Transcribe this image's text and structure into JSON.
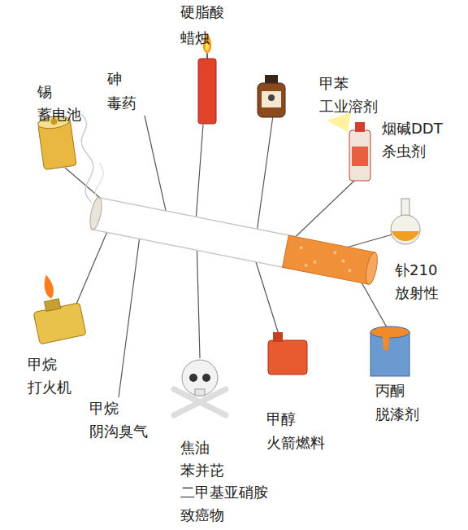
{
  "diagram": {
    "labels": [
      "硬脂酸",
      "蜡烛",
      "砷",
      "毒药",
      "锡",
      "蓄电池",
      "甲苯",
      "工业溶剂",
      "烟碱DDT",
      "杀虫剂",
      "钋210",
      "放射性",
      "甲烷",
      "打火机",
      "甲烷",
      "阴沟臭气",
      "焦油",
      "苯并芘",
      "二甲基亚硝胺",
      "致癌物",
      "甲醇",
      "火箭燃料",
      "丙酮",
      "脱漆剂"
    ]
  }
}
